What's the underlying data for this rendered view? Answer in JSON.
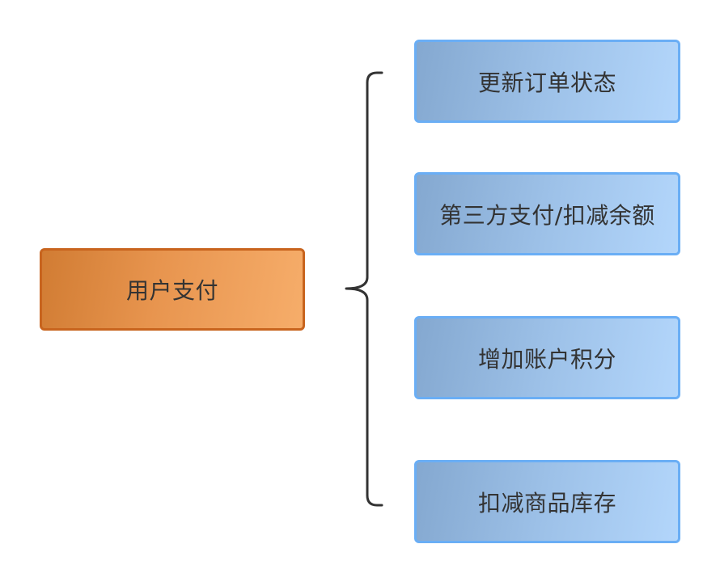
{
  "diagram": {
    "source": {
      "label": "用户支付",
      "color": "#e8954f"
    },
    "targets": [
      {
        "label": "更新订单状态"
      },
      {
        "label": "第三方支付/扣减余额"
      },
      {
        "label": "增加账户积分"
      },
      {
        "label": "扣减商品库存"
      }
    ],
    "target_color": "#9dc1e8",
    "connector": "curly-brace"
  }
}
